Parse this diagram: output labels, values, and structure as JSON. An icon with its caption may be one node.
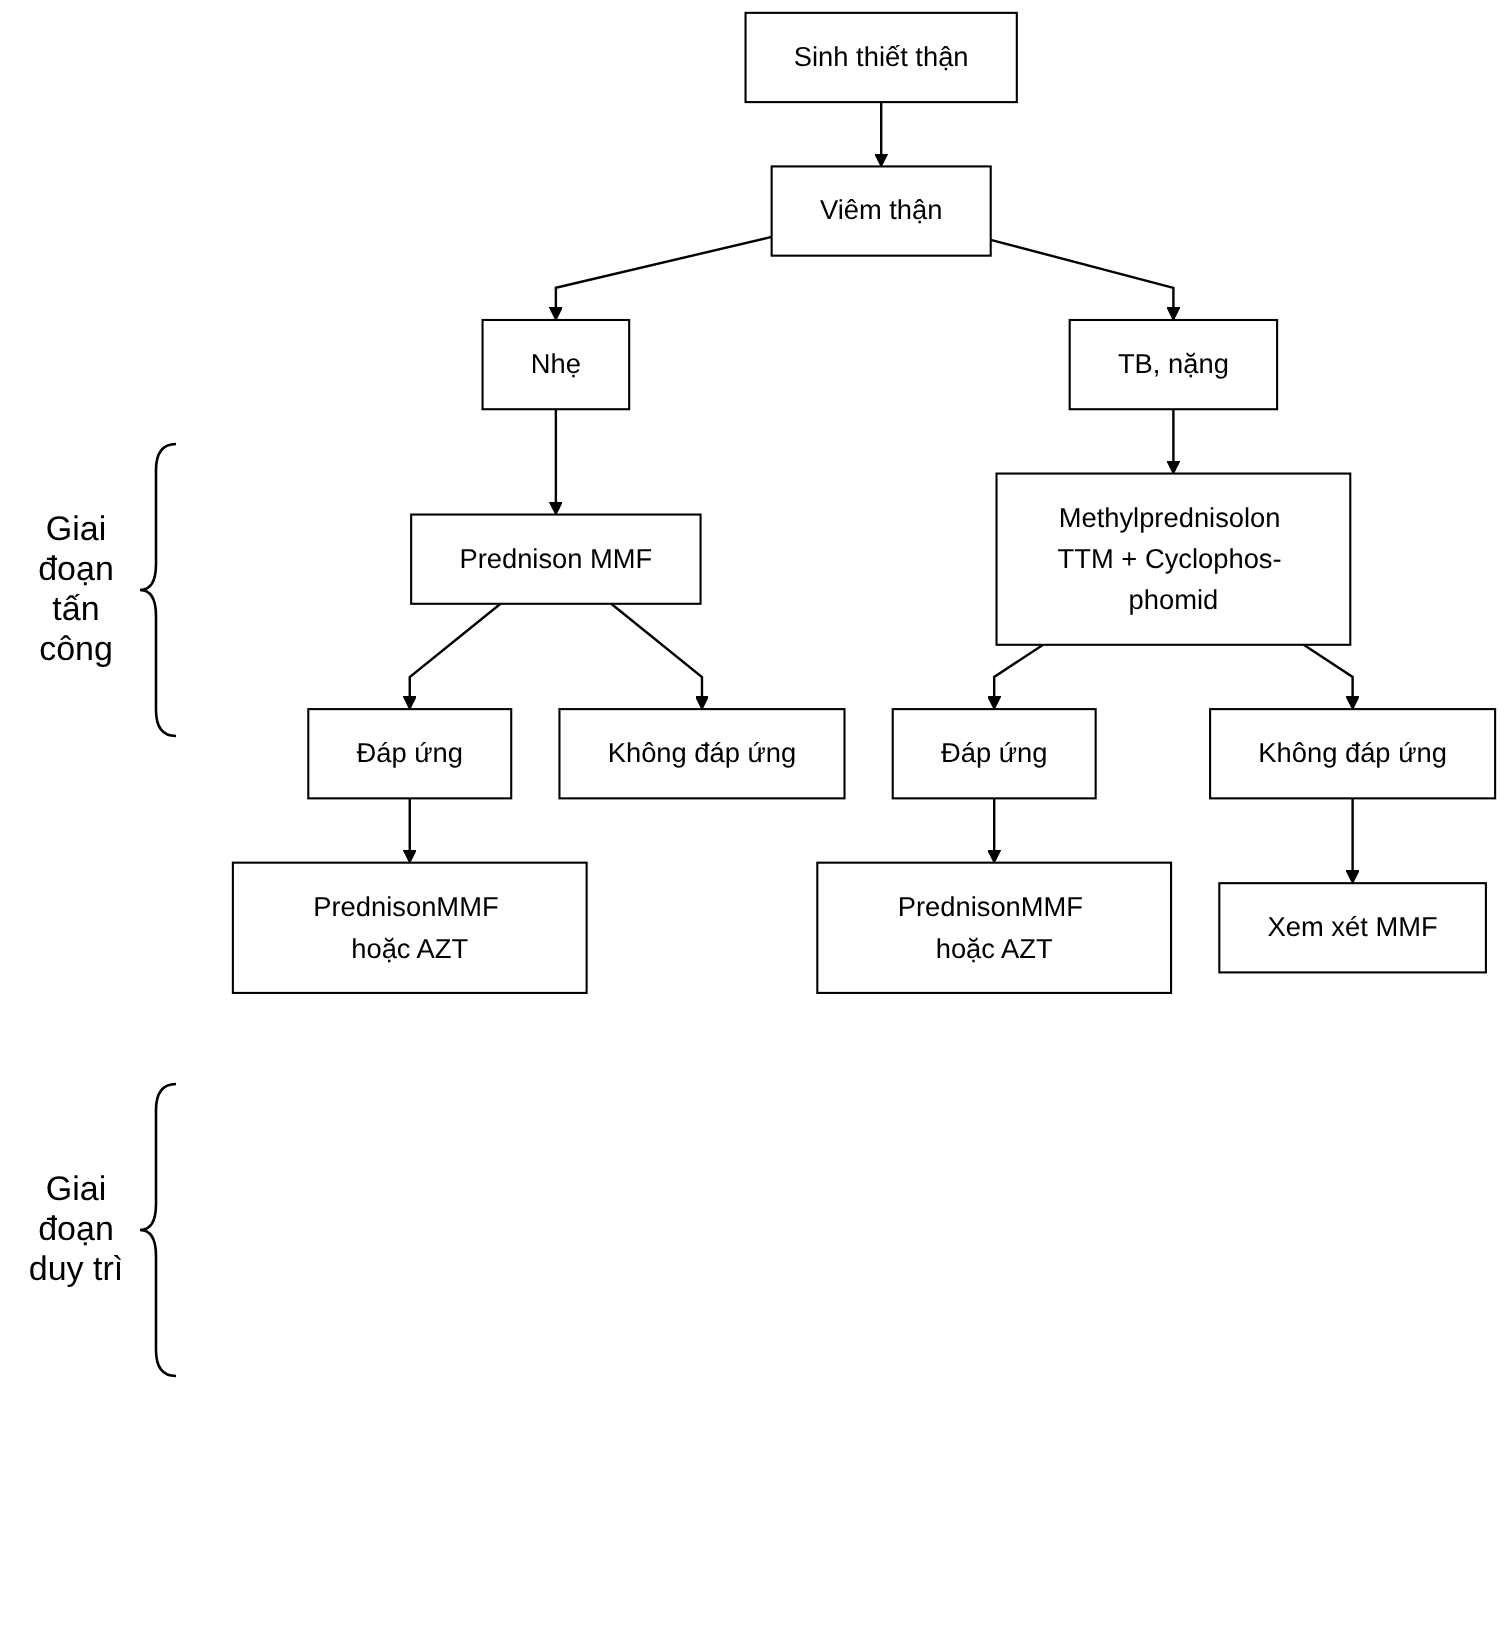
{
  "diagram": {
    "nodes": [
      {
        "text": [
          "Sinh thiết thận"
        ]
      },
      {
        "text": [
          "Viêm thận"
        ]
      },
      {
        "text": [
          "Nhẹ"
        ]
      },
      {
        "text": [
          "TB, nặng"
        ]
      },
      {
        "text": [
          "Prednison MMF"
        ]
      },
      {
        "text": [
          "Methylprednisolon TTM + Cyclophos- phomid"
        ]
      },
      {
        "text": [
          "Đáp ứng"
        ]
      },
      {
        "text": [
          "Không đáp ứng"
        ]
      },
      {
        "text": [
          "Đáp ứng"
        ]
      },
      {
        "text": [
          "Không đáp ứng"
        ]
      },
      {
        "text": [
          "PrednisonMMF hoặc AZT"
        ]
      },
      {
        "text": [
          "PrednisonMMF hoặc AZT"
        ]
      },
      {
        "text": [
          "Xem xét MMF"
        ]
      }
    ],
    "edges": [
      {
        "from": 0,
        "to": 1,
        "arrow": "to"
      },
      {
        "from": 1,
        "to": 2,
        "arrow": "to"
      },
      {
        "from": 1,
        "to": 3,
        "arrow": "to"
      },
      {
        "from": 2,
        "to": 4,
        "arrow": "to"
      },
      {
        "from": 3,
        "to": 5,
        "arrow": "to"
      },
      {
        "from": 4,
        "to": 6,
        "arrow": "to"
      },
      {
        "from": 4,
        "to": 7,
        "arrow": "to"
      },
      {
        "from": 5,
        "to": 8,
        "arrow": "to"
      },
      {
        "from": 5,
        "to": 9,
        "arrow": "to"
      },
      {
        "from": 6,
        "to": 10,
        "arrow": "to"
      },
      {
        "from": 8,
        "to": 11,
        "arrow": "to"
      },
      {
        "from": 9,
        "to": 12,
        "arrow": "to"
      }
    ],
    "labels": [
      "Giai đoạn tấn công",
      "Giai đoạn duy trì"
    ]
  }
}
